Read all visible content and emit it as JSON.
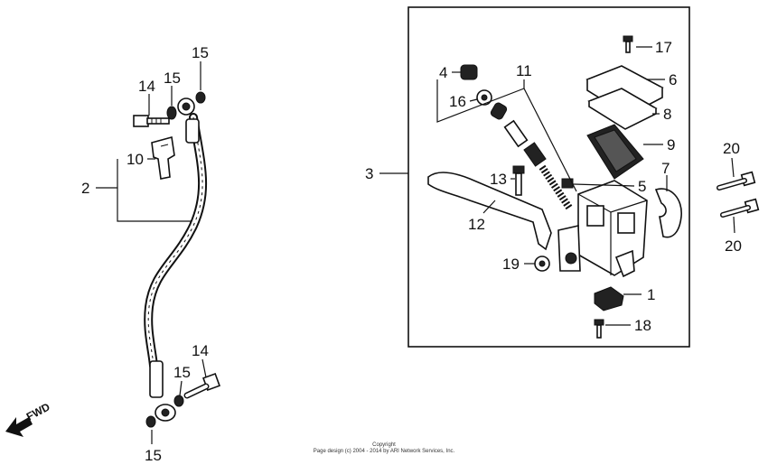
{
  "diagram": {
    "callouts": [
      {
        "id": "l15a",
        "text": "15"
      },
      {
        "id": "l14a",
        "text": "14"
      },
      {
        "id": "l15b",
        "text": "15"
      },
      {
        "id": "l10",
        "text": "10"
      },
      {
        "id": "l2",
        "text": "2"
      },
      {
        "id": "l14b",
        "text": "14"
      },
      {
        "id": "l15c",
        "text": "15"
      },
      {
        "id": "l15d",
        "text": "15"
      },
      {
        "id": "l3",
        "text": "3"
      },
      {
        "id": "l4",
        "text": "4"
      },
      {
        "id": "l16",
        "text": "16"
      },
      {
        "id": "l11",
        "text": "11"
      },
      {
        "id": "l17",
        "text": "17"
      },
      {
        "id": "l6",
        "text": "6"
      },
      {
        "id": "l8",
        "text": "8"
      },
      {
        "id": "l9",
        "text": "9"
      },
      {
        "id": "l7",
        "text": "7"
      },
      {
        "id": "l13",
        "text": "13"
      },
      {
        "id": "l5",
        "text": "5"
      },
      {
        "id": "l12",
        "text": "12"
      },
      {
        "id": "l19",
        "text": "19"
      },
      {
        "id": "l1",
        "text": "1"
      },
      {
        "id": "l18",
        "text": "18"
      },
      {
        "id": "l20a",
        "text": "20"
      },
      {
        "id": "l20b",
        "text": "20"
      }
    ],
    "fwd_label": "FWD",
    "copyright_line1": "Copyright",
    "copyright_line2": "Page design (c) 2004 - 2014 by ARI Network Services, Inc."
  }
}
